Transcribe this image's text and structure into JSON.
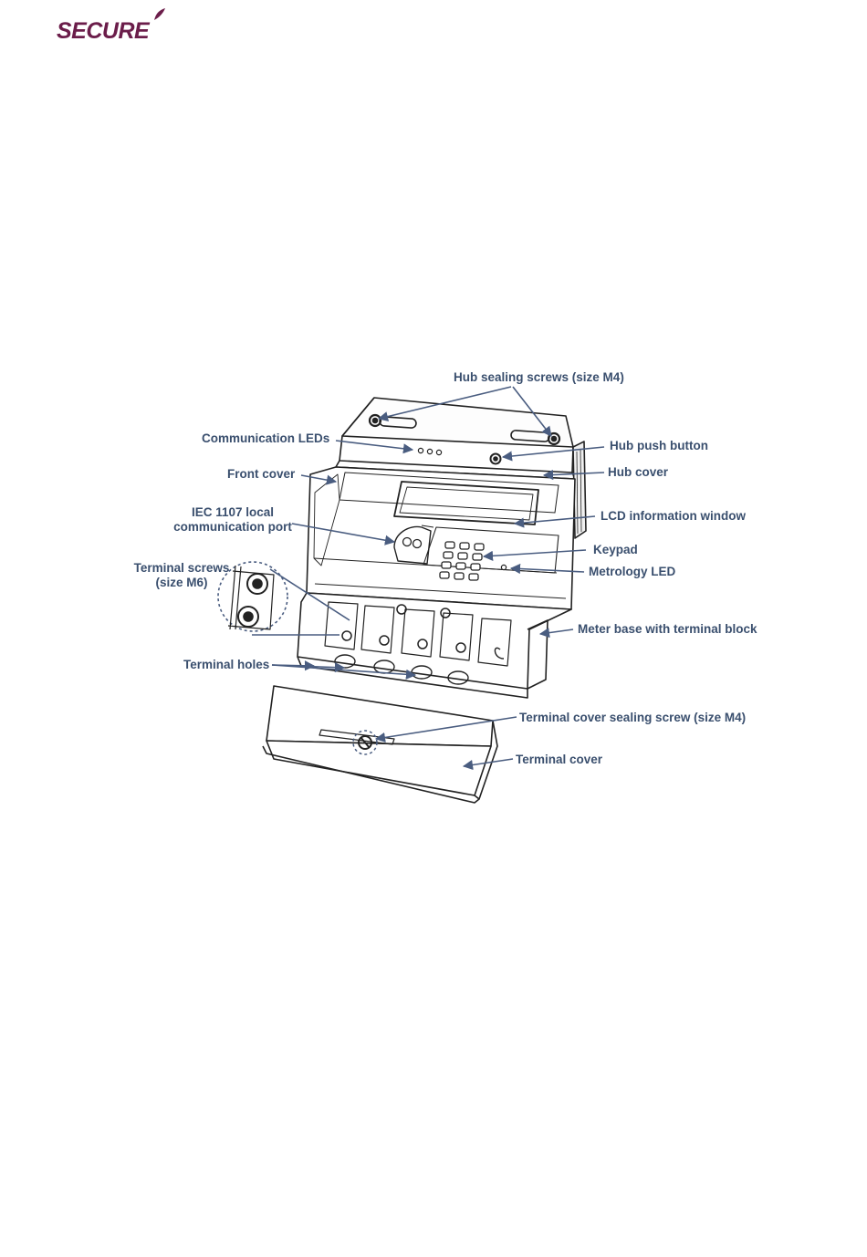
{
  "logo": {
    "text": "SECURE",
    "color": "#6b1d4a"
  },
  "colors": {
    "label": "#3a4f6e",
    "arrow": "#4a5d80",
    "line": "#222222"
  },
  "labels": {
    "hub_sealing_screws": "Hub sealing screws (size M4)",
    "communication_leds": "Communication LEDs",
    "hub_push_button": "Hub push button",
    "front_cover": "Front cover",
    "hub_cover": "Hub cover",
    "iec_port_line1": "IEC 1107 local",
    "iec_port_line2": "communication port",
    "lcd_window": "LCD information window",
    "keypad": "Keypad",
    "terminal_screws_line1": "Terminal screws",
    "terminal_screws_line2": "(size M6)",
    "metrology_led": "Metrology LED",
    "meter_base": "Meter base with terminal block",
    "terminal_holes": "Terminal holes",
    "terminal_cover_screw": "Terminal cover sealing screw (size M4)",
    "terminal_cover": "Terminal cover"
  }
}
